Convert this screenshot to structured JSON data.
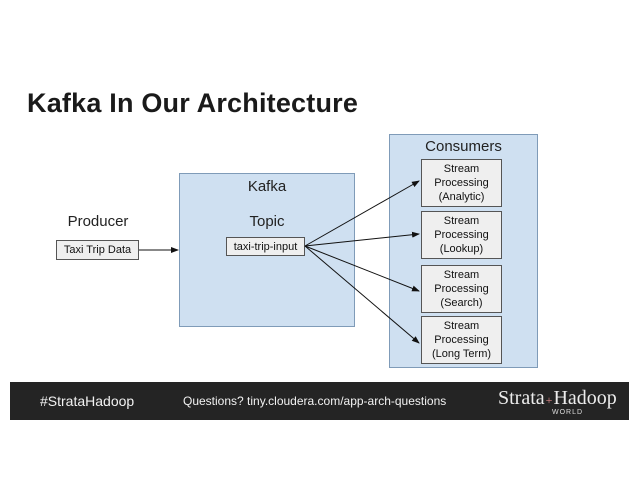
{
  "slide": {
    "title": "Kafka In Our Architecture"
  },
  "diagram": {
    "producer_label": "Producer",
    "producer_box": "Taxi Trip Data",
    "kafka_label": "Kafka",
    "topic_label": "Topic",
    "topic_box": "taxi-trip-input",
    "consumers_label": "Consumers",
    "consumers": [
      {
        "line1": "Stream",
        "line2": "Processing",
        "line3": "(Analytic)"
      },
      {
        "line1": "Stream",
        "line2": "Processing",
        "line3": "(Lookup)"
      },
      {
        "line1": "Stream",
        "line2": "Processing",
        "line3": "(Search)"
      },
      {
        "line1": "Stream",
        "line2": "Processing",
        "line3": "(Long Term)"
      }
    ]
  },
  "footer": {
    "hashtag": "#StrataHadoop",
    "questions": "Questions? tiny.cloudera.com/app-arch-questions",
    "brand_left": "Strata",
    "brand_amp": "+",
    "brand_right": "Hadoop",
    "brand_sub": "WORLD"
  },
  "colors": {
    "container_fill": "#cfe0f1",
    "box_fill": "#efefef",
    "footer_bg": "#242424"
  }
}
